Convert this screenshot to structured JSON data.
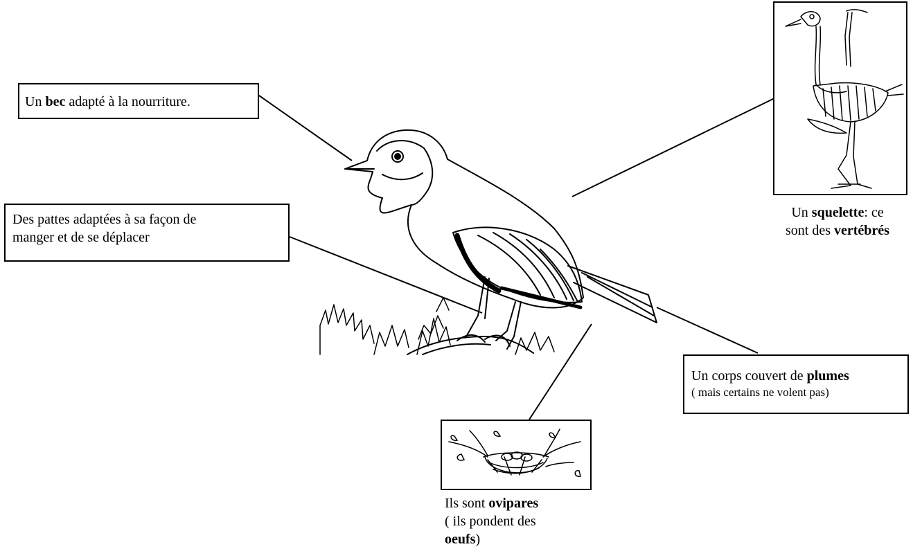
{
  "callouts": {
    "bec": {
      "pre": "Un ",
      "bold": "bec",
      "post": " adapté à la nourriture."
    },
    "pattes": {
      "line1": "Des pattes adaptées à sa façon de",
      "line2": "manger et de se déplacer"
    },
    "plumes": {
      "pre": "Un corps couvert de ",
      "bold": "plumes",
      "sub": "( mais certains ne volent pas)"
    }
  },
  "captions": {
    "squelette": {
      "pre1": "Un ",
      "bold1": "squelette",
      "post1": ": ce",
      "pre2": "sont des ",
      "bold2": "vertébrés"
    },
    "ovipares": {
      "pre1": "Ils sont ",
      "bold1": "ovipares",
      "line2": "( ils pondent des",
      "bold3": "oeufs",
      "post3": ")"
    }
  },
  "images": {
    "main": "bird-illustration",
    "skeleton": "bird-skeleton-illustration",
    "nest": "nest-with-eggs-illustration"
  },
  "colors": {
    "ink": "#000000",
    "paper": "#ffffff"
  }
}
